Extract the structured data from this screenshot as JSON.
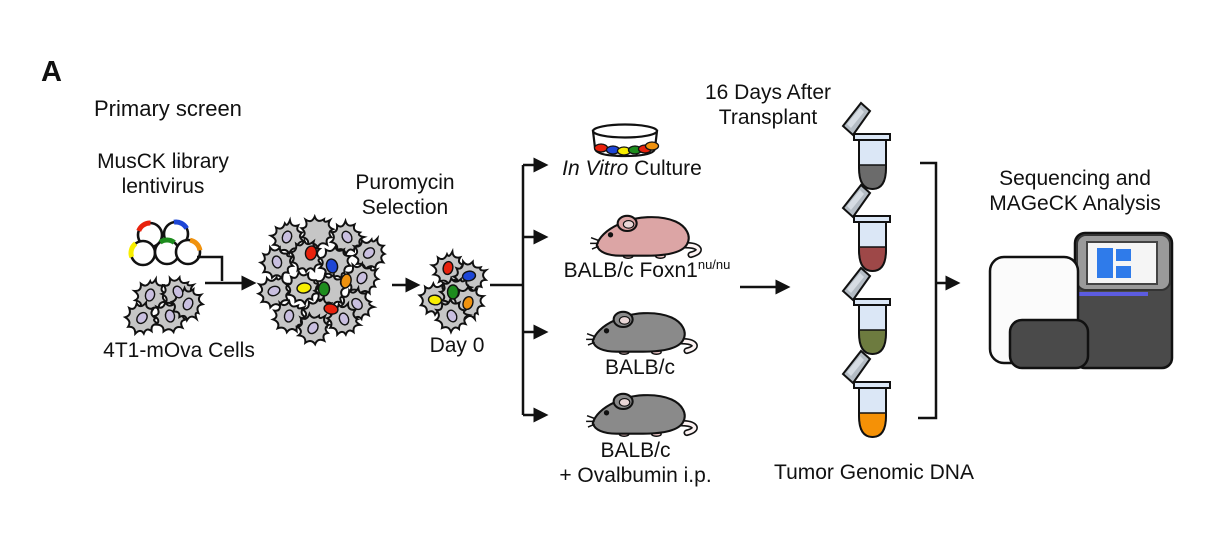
{
  "panel": {
    "label": "A",
    "title": "Primary screen"
  },
  "palette": {
    "red": "#e8220d",
    "blue": "#1d46d6",
    "yellow": "#f8ee00",
    "green": "#1d8c1d",
    "orange": "#f0920e",
    "nucleus": "#c9bfe0",
    "cell_gray": "#c6c6c6",
    "mouse_pink": "#dca5a5",
    "mouse_gray": "#8a8a8a",
    "tube_liquid": "#dbe7f6",
    "tube_lid": "#b4bcc4",
    "machine_dark": "#4a4a4a",
    "screen_bezel": "#9a9a9a",
    "screen_blue": "#2f7bea",
    "accent_purple": "#5c5ce0",
    "line_black": "#111111"
  },
  "steps": {
    "library_label": "MusCK library\nlentivirus",
    "cells_label": "4T1-mOva Cells",
    "selection_label": "Puromycin\nSelection",
    "day0_label": "Day 0"
  },
  "branches": {
    "invitro": {
      "italic": "In Vitro",
      "rest": " Culture"
    },
    "nude_mouse": {
      "base": "BALB/c Foxn1",
      "sup": "nu/nu"
    },
    "balbc": "BALB/c",
    "balbc_ova": "BALB/c\n+ Ovalbumin i.p."
  },
  "harvest": {
    "timepoint": "16 Days After\nTransplant",
    "dna_label": "Tumor Genomic DNA",
    "tubes": [
      {
        "color": "#6b6b6b"
      },
      {
        "color": "#9e4848"
      },
      {
        "color": "#6d7b3f"
      },
      {
        "color": "#f59106"
      }
    ]
  },
  "analysis": {
    "label": "Sequencing and\nMAGeCK Analysis"
  }
}
